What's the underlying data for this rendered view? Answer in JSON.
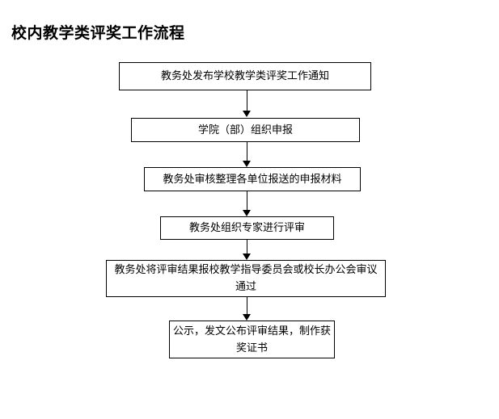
{
  "document": {
    "title": "校内教学类评奖工作流程",
    "background_color": "#ffffff",
    "line_color": "#000000",
    "text_color": "#000000"
  },
  "flowchart": {
    "orientation": "top-to-bottom",
    "connector_count": 5,
    "nodes": [
      {
        "id": "node-1",
        "label": "教务处发布学校教学类评奖工作通知",
        "shape": "rectangle"
      },
      {
        "id": "node-2",
        "label": "学院（部）组织申报",
        "shape": "rectangle"
      },
      {
        "id": "node-3",
        "label": "教务处审核整理各单位报送的申报材料",
        "shape": "rectangle"
      },
      {
        "id": "node-4",
        "label": "教务处组织专家进行评审",
        "shape": "rectangle"
      },
      {
        "id": "node-5",
        "label": "教务处将评审结果报校教学指导委员会或校长办公会审议通过",
        "shape": "rectangle"
      },
      {
        "id": "node-6",
        "label": "公示，发文公布评审结果，制作获奖证书",
        "shape": "rectangle"
      }
    ]
  }
}
